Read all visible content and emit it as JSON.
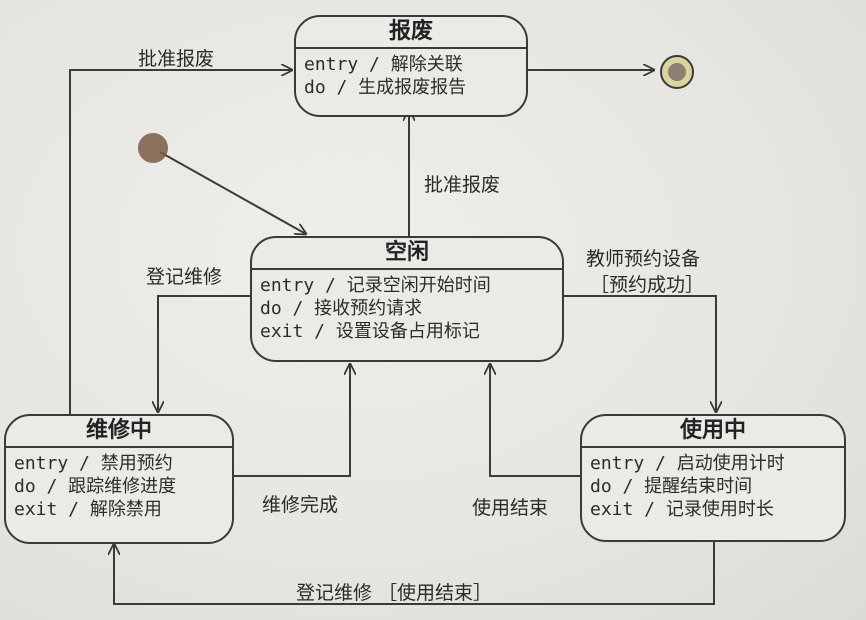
{
  "states": {
    "scrap": {
      "name": "报废",
      "actions": [
        "entry / 解除关联",
        "do / 生成报废报告"
      ]
    },
    "idle": {
      "name": "空闲",
      "actions": [
        "entry / 记录空闲开始时间",
        "do / 接收预约请求",
        "exit / 设置设备占用标记"
      ]
    },
    "repair": {
      "name": "维修中",
      "actions": [
        "entry / 禁用预约",
        "do / 跟踪维修进度",
        "exit / 解除禁用"
      ]
    },
    "inuse": {
      "name": "使用中",
      "actions": [
        "entry / 启动使用计时",
        "do / 提醒结束时间",
        "exit / 记录使用时长"
      ]
    }
  },
  "transitions": {
    "repair_to_scrap": "批准报废",
    "idle_to_scrap": "批准报废",
    "idle_to_repair": "登记维修",
    "idle_to_inuse": "教师预约设备",
    "idle_to_inuse_guard": "［预约成功］",
    "repair_to_idle": "维修完成",
    "inuse_to_idle": "使用结束",
    "inuse_to_repair": "登记维修 ［使用结束］"
  },
  "colors": {
    "ink": "#3a3a38",
    "background": "#e8e7e3"
  }
}
